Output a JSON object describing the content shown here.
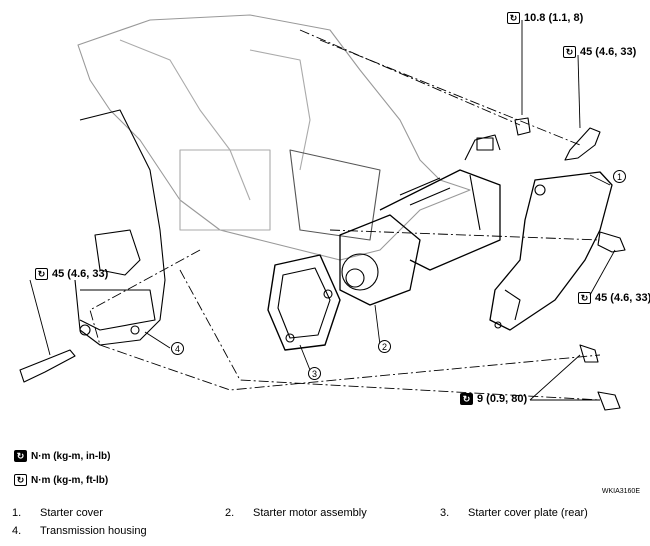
{
  "torque_specs": {
    "nut_top": "10.8 (1.1, 8)",
    "bolt_top": "45 (4.6, 33)",
    "bolt_right": "45 (4.6, 33)",
    "bolt_left": "45 (4.6, 33)",
    "bolt_bottom": "9 (0.9, 80)"
  },
  "callouts": [
    "1",
    "2",
    "3",
    "4"
  ],
  "legend": {
    "in_lb": "N·m (kg-m, in-lb)",
    "ft_lb": "N·m (kg-m, ft-lb)"
  },
  "figure_code": "WKIA3160E",
  "parts": [
    {
      "num": "1.",
      "name": "Starter cover"
    },
    {
      "num": "2.",
      "name": "Starter motor assembly"
    },
    {
      "num": "3.",
      "name": "Starter cover plate (rear)"
    },
    {
      "num": "4.",
      "name": "Transmission housing"
    }
  ]
}
